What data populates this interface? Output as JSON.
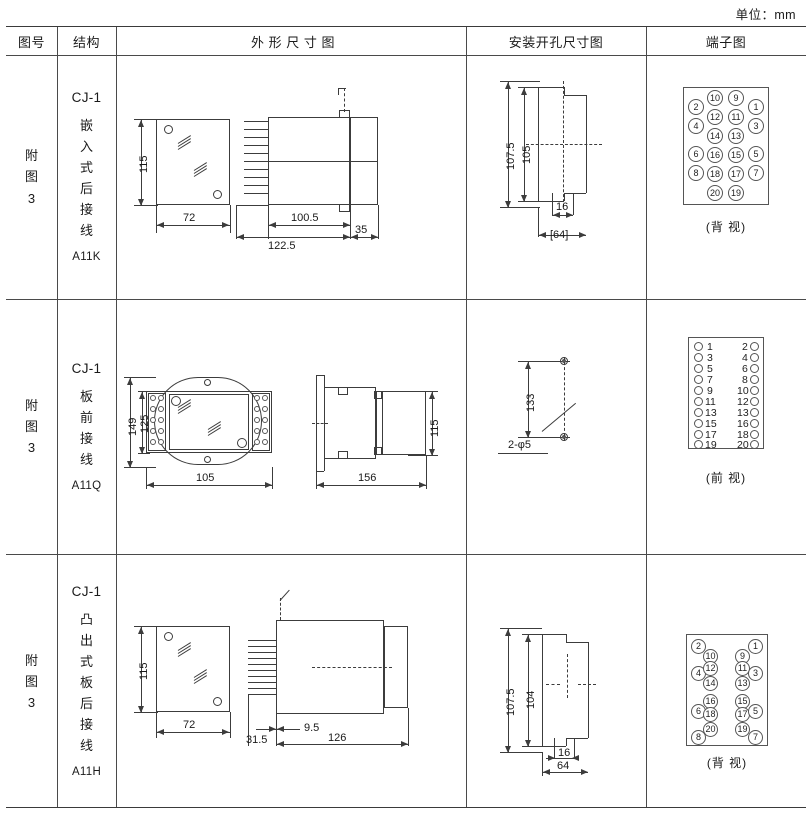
{
  "units_note": "单位：mm",
  "header": {
    "col_fig_no": "图号",
    "col_structure": "结构",
    "col_outline": "外 形 尺 寸 图",
    "col_mounting": "安装开孔尺寸图",
    "col_terminal": "端子图"
  },
  "rows": [
    {
      "fig_no": "附图3",
      "fig_no_chars": [
        "附",
        "图",
        "3"
      ],
      "structure": {
        "code": "CJ-1",
        "desc_chars": [
          "嵌",
          "入",
          "式",
          "后",
          "接",
          "线"
        ],
        "model": "A11K"
      },
      "outline_dims": [
        "115",
        "72",
        "100.5",
        "122.5",
        "35"
      ],
      "mounting_dims": [
        "107.5",
        "105",
        "16",
        "[64]"
      ],
      "terminal": {
        "view": "(背 视)",
        "style": "staggered-4col",
        "columns": [
          {
            "numbers": [
              "2",
              "4",
              "6",
              "8"
            ]
          },
          {
            "numbers": [
              "10",
              "12",
              "14",
              "16",
              "18",
              "20"
            ]
          },
          {
            "numbers": [
              "9",
              "11",
              "13",
              "15",
              "17",
              "19"
            ]
          },
          {
            "numbers": [
              "1",
              "3",
              "5",
              "7"
            ]
          }
        ]
      }
    },
    {
      "fig_no": "附图3",
      "fig_no_chars": [
        "附",
        "图",
        "3"
      ],
      "structure": {
        "code": "CJ-1",
        "desc_chars": [
          "板",
          "前",
          "接",
          "线"
        ],
        "model": "A11Q"
      },
      "outline_dims": [
        "149",
        "125",
        "105",
        "156",
        "115"
      ],
      "mounting_dims": [
        "133",
        "2-φ5"
      ],
      "terminal": {
        "view": "(前 视)",
        "style": "two-column-list",
        "left_numbers": [
          "1",
          "3",
          "5",
          "7",
          "9",
          "11",
          "13",
          "15",
          "17",
          "19"
        ],
        "right_numbers": [
          "2",
          "4",
          "6",
          "8",
          "10",
          "12",
          "13",
          "16",
          "18",
          "20"
        ]
      }
    },
    {
      "fig_no": "附图3",
      "fig_no_chars": [
        "附",
        "图",
        "3"
      ],
      "structure": {
        "code": "CJ-1",
        "desc_chars": [
          "凸",
          "出",
          "式",
          "板",
          "后",
          "接",
          "线"
        ],
        "model": "A11H"
      },
      "outline_dims": [
        "115",
        "72",
        "31.5",
        "9.5",
        "126"
      ],
      "mounting_dims": [
        "107.5",
        "104",
        "16",
        "64"
      ],
      "terminal": {
        "view": "(背 视)",
        "style": "staggered-2group",
        "left_group": [
          "2",
          "10",
          "4",
          "12",
          "14",
          "16",
          "6",
          "18",
          "20",
          "8"
        ],
        "right_group": [
          "1",
          "9",
          "11",
          "3",
          "13",
          "15",
          "17",
          "5",
          "19",
          "7"
        ]
      }
    }
  ],
  "colors": {
    "line": "#3c3c3c",
    "frame": "#4a4a4a",
    "text": "#1a1a1a"
  }
}
